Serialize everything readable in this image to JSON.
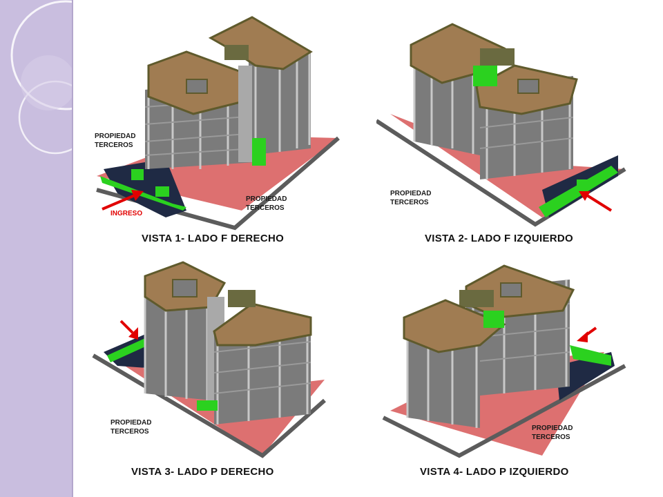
{
  "views": [
    {
      "caption": "VISTA 1- LADO F DERECHO",
      "labels": [
        "PROPIEDAD\nTERCEROS",
        "PROPIEDAD\nTERCEROS"
      ],
      "entry": "INGRESO"
    },
    {
      "caption": "VISTA 2- LADO F IZQUIERDO",
      "labels": [
        "PROPIEDAD\nTERCEROS"
      ]
    },
    {
      "caption": "VISTA 3- LADO P DERECHO",
      "labels": [
        "PROPIEDAD\nTERCEROS"
      ]
    },
    {
      "caption": "VISTA 4- LADO P IZQUIERDO",
      "labels": [
        "PROPIEDAD\nTERCEROS"
      ]
    }
  ],
  "colors": {
    "band": "#c9bedf",
    "roof": "#a07c52",
    "slab_edge": "#5f5a2c",
    "facade": "#7b7b7b",
    "column": "#c8c8c8",
    "ground": "#dd7070",
    "green": "#2bd11f",
    "dark": "#1f2a44",
    "arrow": "#e10000",
    "curb": "#5c5c5c"
  },
  "icons": [
    "arrow-icon"
  ]
}
